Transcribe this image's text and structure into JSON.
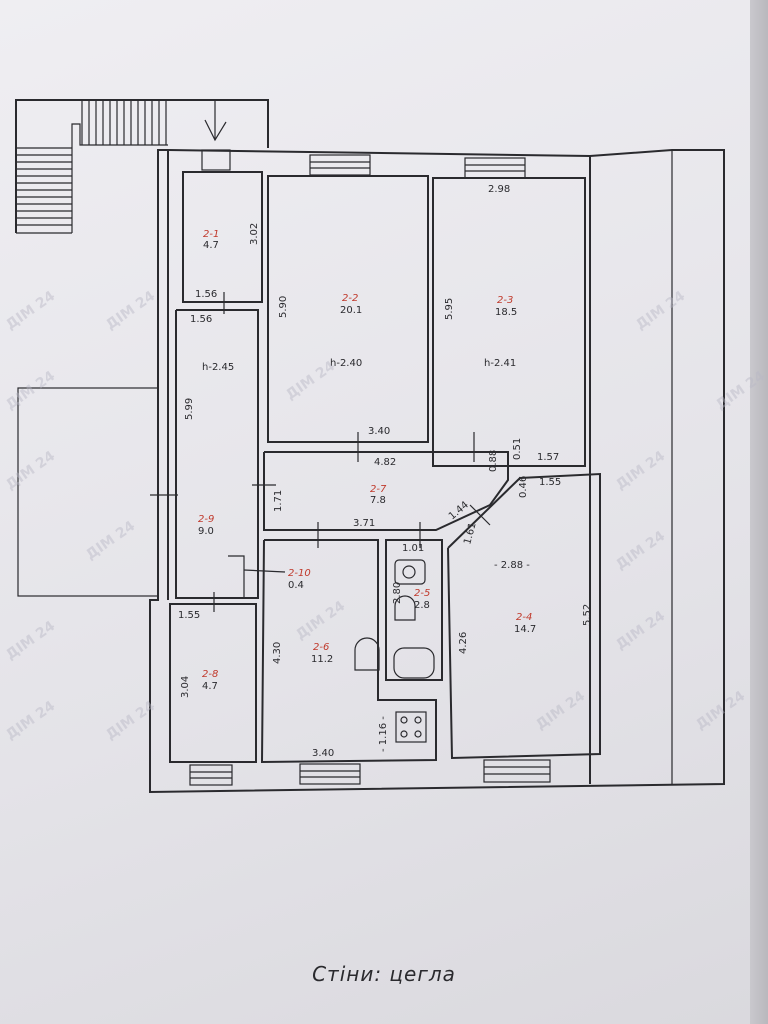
{
  "rooms": [
    {
      "code": "2-1",
      "area": "4.7"
    },
    {
      "code": "2-2",
      "area": "20.1",
      "height": "h-2.40"
    },
    {
      "code": "2-3",
      "area": "18.5",
      "height": "h-2.41"
    },
    {
      "code": "2-4",
      "area": "14.7"
    },
    {
      "code": "2-5",
      "area": "2.8"
    },
    {
      "code": "2-6",
      "area": "11.2"
    },
    {
      "code": "2-7",
      "area": "7.8"
    },
    {
      "code": "2-8",
      "area": "4.7"
    },
    {
      "code": "2-9",
      "area": "9.0",
      "height": "h-2.45"
    },
    {
      "code": "2-10",
      "area": "0.4"
    }
  ],
  "dimensions": {
    "d298": "2.98",
    "d302": "3.02",
    "d156a": "1.56",
    "d156b": "1.56",
    "d590": "5.90",
    "d595": "5.95",
    "d599": "5.99",
    "d340a": "3.40",
    "d482": "4.82",
    "d051": "0.51",
    "d157": "1.57",
    "d088": "0.88",
    "d171": "1.71",
    "d046": "0.46",
    "d155a": "1.55",
    "d144": "1.44",
    "d371": "3.71",
    "d161": "1.61",
    "d101": "1.01",
    "d280": "2.80",
    "d288": "- 2.88 -",
    "d552": "5.52",
    "d430": "4.30",
    "d426": "4.26",
    "d155b": "1.55",
    "d304": "3.04",
    "d116": "- 1.16 -",
    "d340b": "3.40"
  },
  "watermark": "ДІМ 24",
  "caption": "Стіни:  цегла"
}
